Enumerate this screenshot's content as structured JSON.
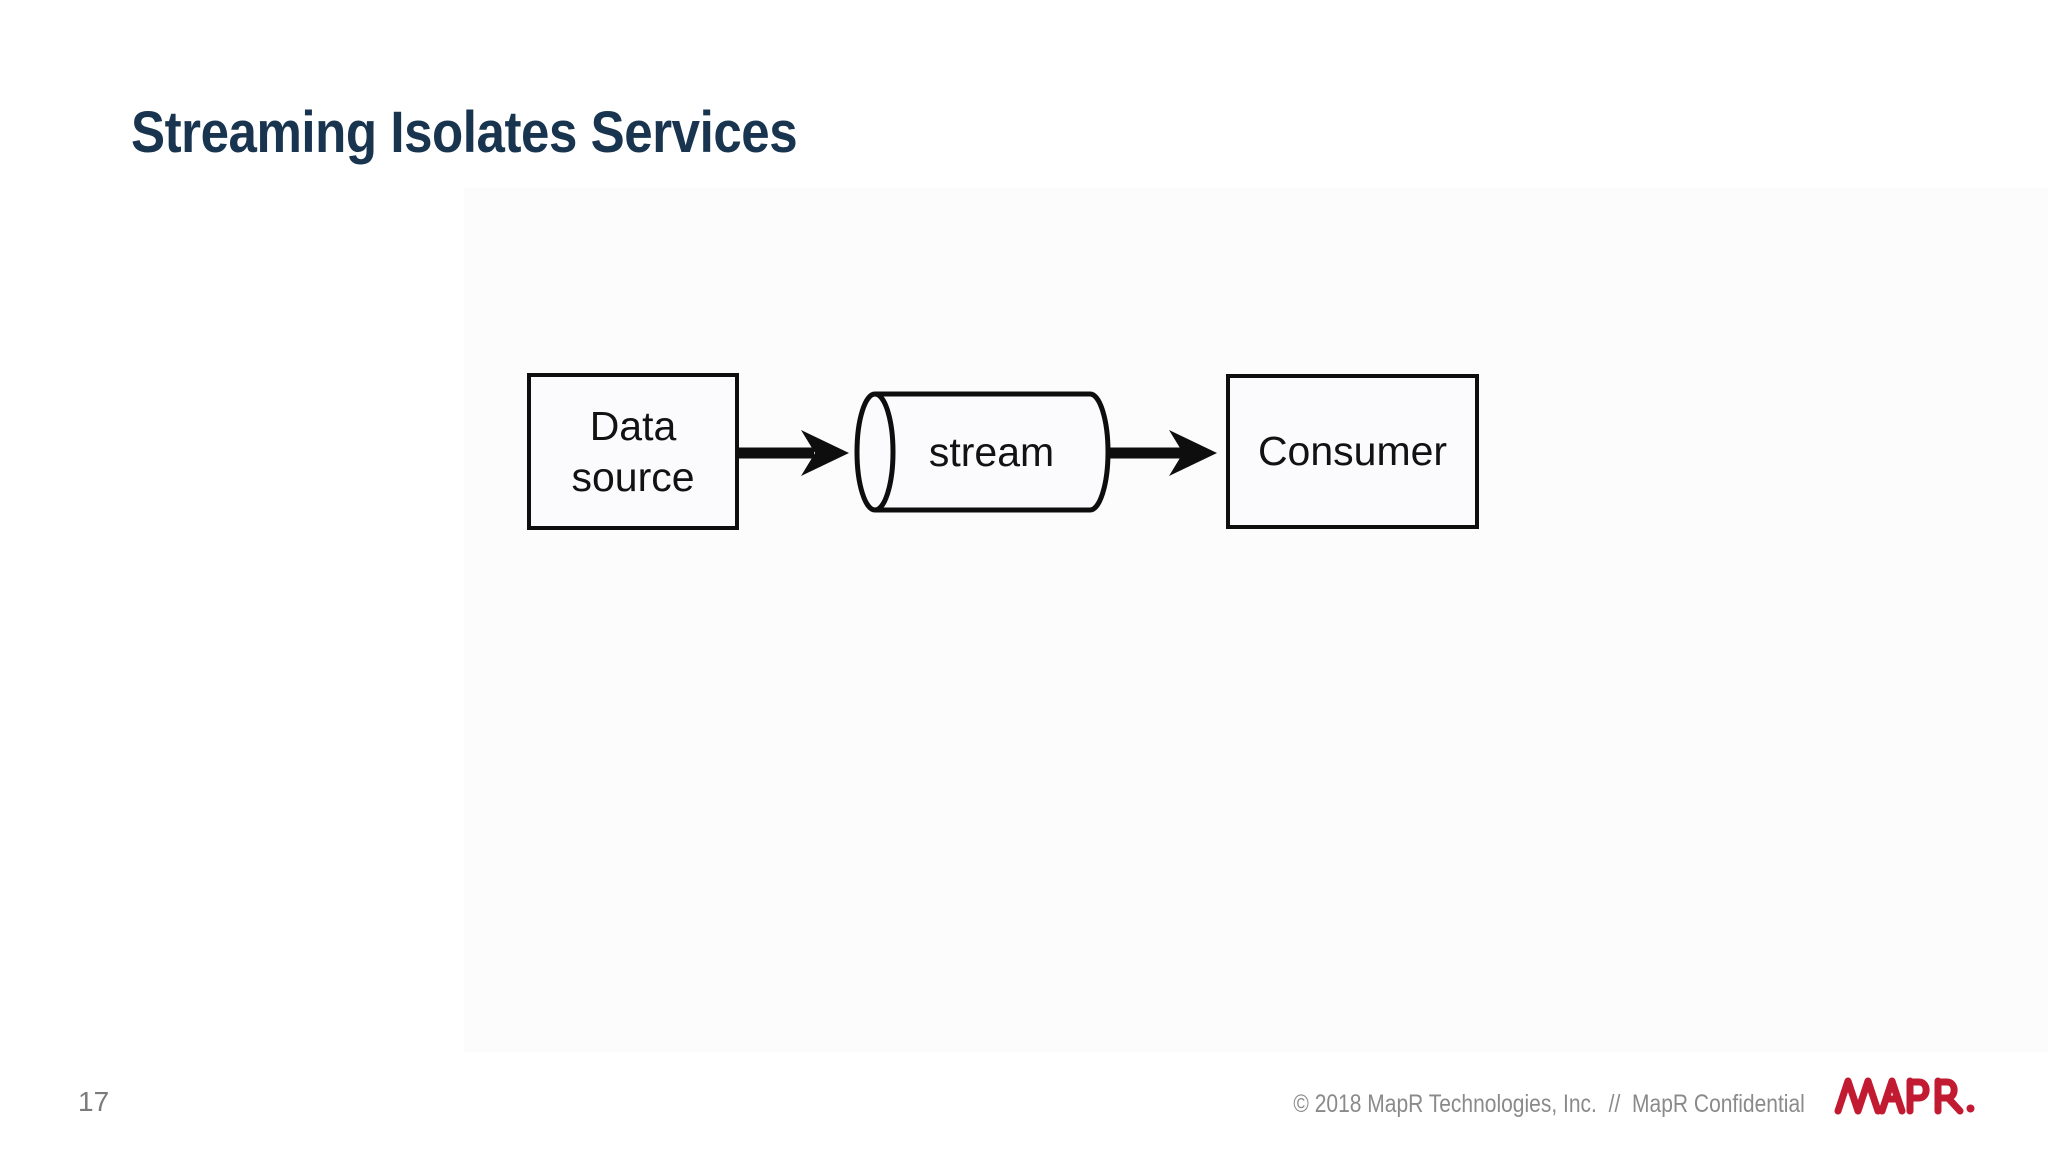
{
  "slide": {
    "title": "Streaming Isolates Services",
    "page_number": "17",
    "diagram": {
      "nodes": [
        {
          "id": "data-source",
          "shape": "rectangle",
          "label_line1": "Data",
          "label_line2": "source"
        },
        {
          "id": "stream",
          "shape": "cylinder",
          "label": "stream"
        },
        {
          "id": "consumer",
          "shape": "rectangle",
          "label": "Consumer"
        }
      ],
      "edges": [
        {
          "from": "data-source",
          "to": "stream"
        },
        {
          "from": "stream",
          "to": "consumer"
        }
      ]
    },
    "footer": {
      "copyright": "© 2018 MapR Technologies, Inc.",
      "separator": "//",
      "confidential": "MapR Confidential"
    },
    "logo": {
      "text": "MAPR.",
      "color": "#c11a31"
    },
    "colors": {
      "title": "#18344f",
      "text": "#121212",
      "stroke": "#0e0e0e",
      "footer_gray": "#8a8a8a",
      "logo_red": "#c11a31",
      "background": "#ffffff",
      "panel": "#fcfcfd"
    }
  }
}
